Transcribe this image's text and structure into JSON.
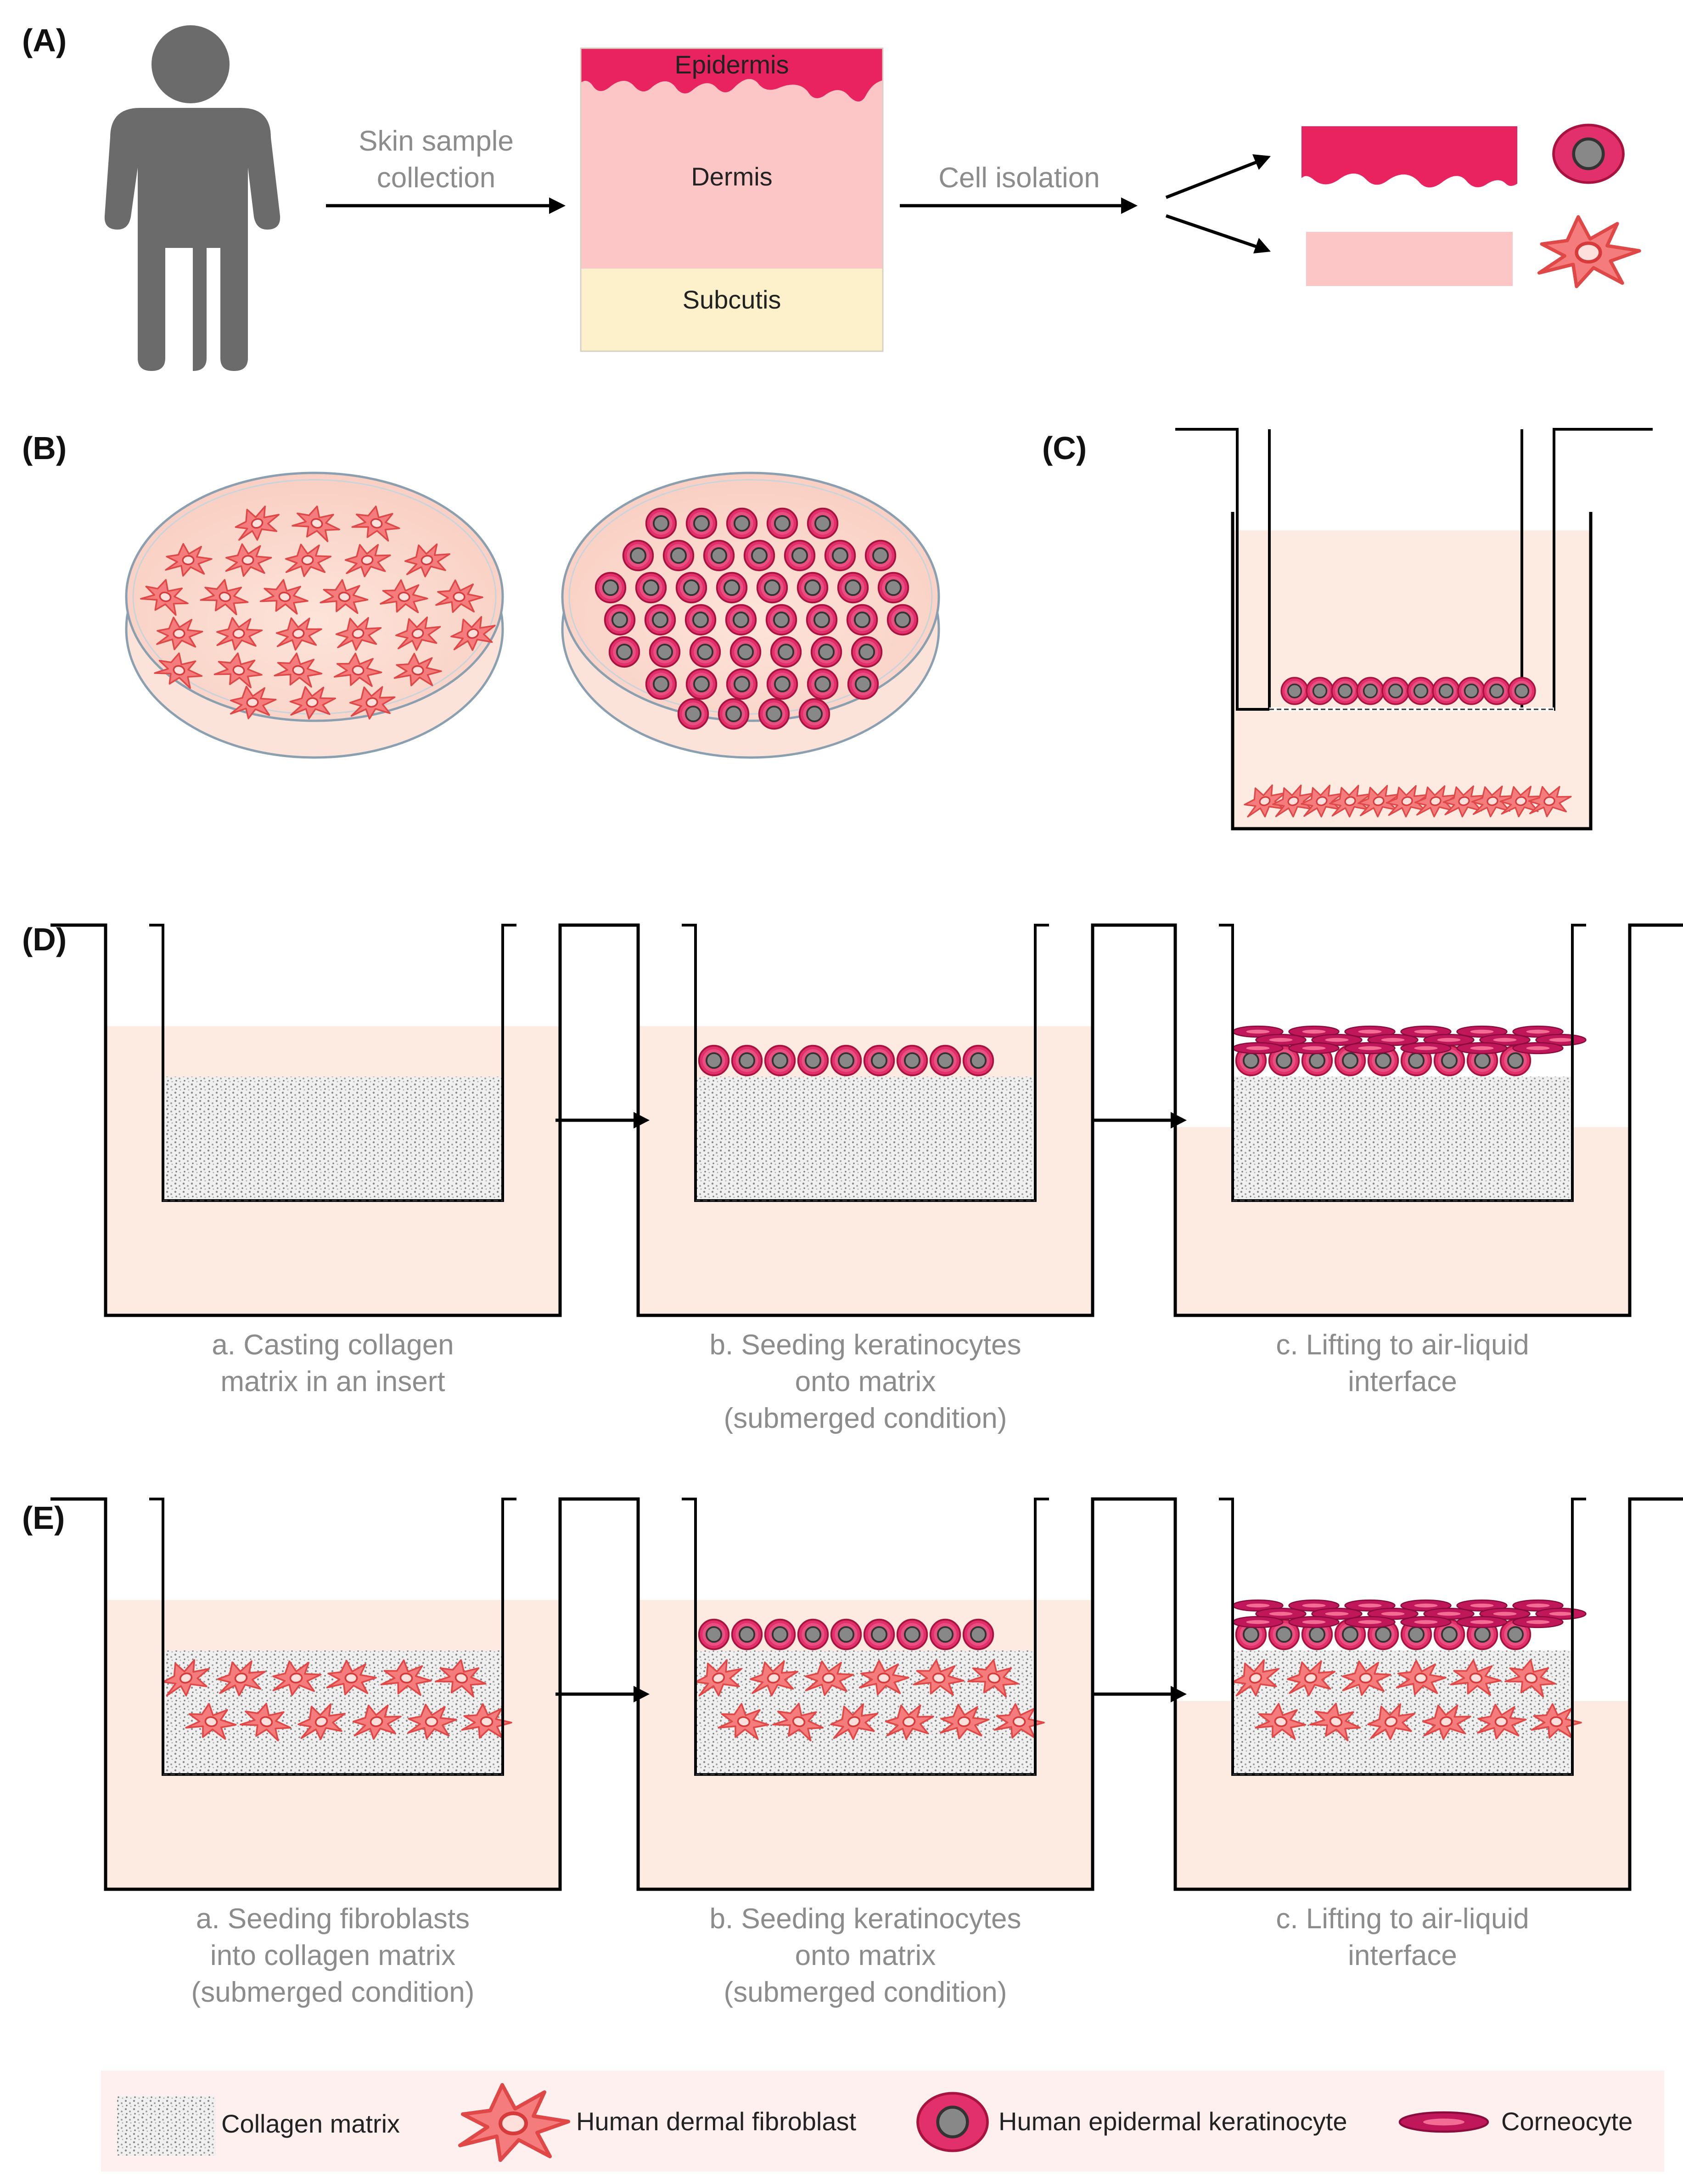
{
  "panels": {
    "A": {
      "label": "(A)",
      "step1": [
        "Skin sample",
        "collection"
      ],
      "step2": "Cell isolation",
      "layers": {
        "epidermis": "Epidermis",
        "dermis": "Dermis",
        "subcutis": "Subcutis"
      }
    },
    "B": {
      "label": "(B)"
    },
    "C": {
      "label": "(C)"
    },
    "D": {
      "label": "(D)",
      "captions": [
        [
          "a. Casting collagen",
          "matrix in an insert"
        ],
        [
          "b. Seeding keratinocytes",
          "onto matrix",
          "(submerged condition)"
        ],
        [
          "c. Lifting to air-liquid",
          "interface"
        ]
      ]
    },
    "E": {
      "label": "(E)",
      "captions": [
        [
          "a. Seeding fibroblasts",
          "into collagen matrix",
          "(submerged condition)"
        ],
        [
          "b. Seeding keratinocytes",
          "onto matrix",
          "(submerged condition)"
        ],
        [
          "c. Lifting to air-liquid",
          "interface"
        ]
      ]
    }
  },
  "legend": {
    "collagen": "Collagen  matrix",
    "fibroblast": "Human  dermal  fibroblast",
    "keratinocyte": "Human  epidermal  keratinocyte",
    "corneocyte": "Corneocyte"
  },
  "colors": {
    "epidermis": "#e8235f",
    "dermis": "#fcc6c6",
    "subcutis": "#fdf1cc",
    "medium": "#fdeae0",
    "fibroblast": "#f47c7c",
    "keratinocyte": "#e2306c",
    "nucleus": "#888888",
    "person": "#6b6b6b",
    "legend_bg": "#fdf0ee"
  }
}
